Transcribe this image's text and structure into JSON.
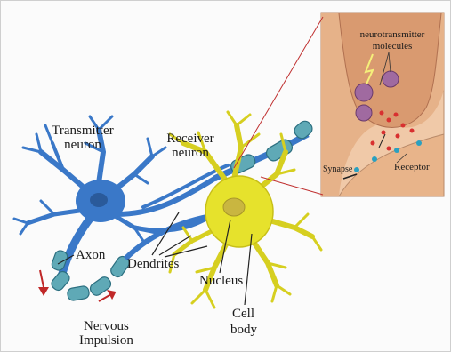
{
  "labels": {
    "transmitter_line1": "Transmitter",
    "transmitter_line2": "neuron",
    "receiver_line1": "Receiver",
    "receiver_line2": "neuron",
    "axon": "Axon",
    "dendrites": "Dendrites",
    "nucleus": "Nucleus",
    "cell_body_line1": "Cell",
    "cell_body_line2": "body",
    "impulse_line1": "Nervous",
    "impulse_line2": "Impulsion"
  },
  "inset": {
    "neurotransmitter_line1": "neurotransmitter",
    "neurotransmitter_line2": "molecules",
    "receptor": "Receptor",
    "synapse": "Synapse"
  },
  "colors": {
    "transmitter": "#2f6fc0",
    "receiver": "#e4e02a",
    "axon_sheath": "#5aa6b3",
    "inset_bg": "#f0c9a8",
    "connector": "#c03030"
  }
}
